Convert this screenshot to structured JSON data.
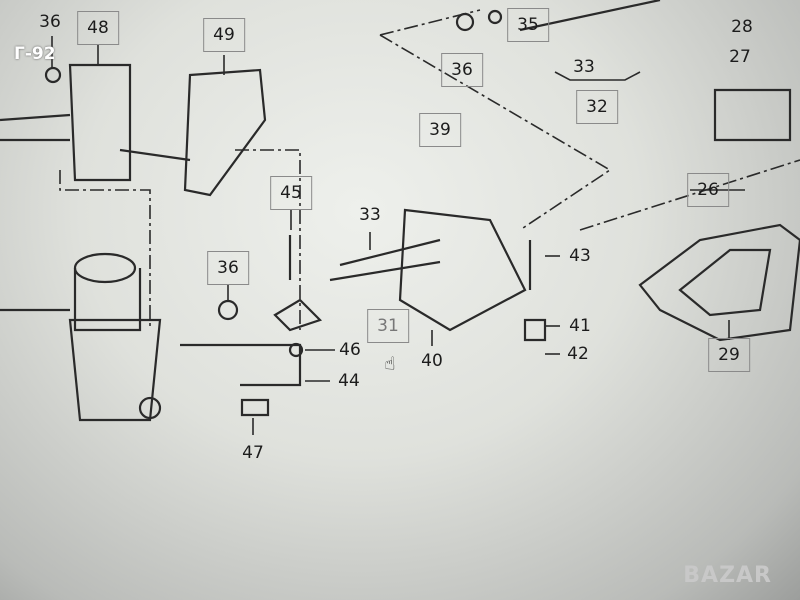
{
  "caption": "Г-92",
  "watermark": "BAZAR",
  "part_labels": [
    "36",
    "48",
    "49",
    "35",
    "36",
    "33",
    "32",
    "28",
    "27",
    "26",
    "39",
    "45",
    "33",
    "43",
    "36",
    "41",
    "46",
    "31",
    "40",
    "42",
    "44",
    "29",
    "47"
  ]
}
